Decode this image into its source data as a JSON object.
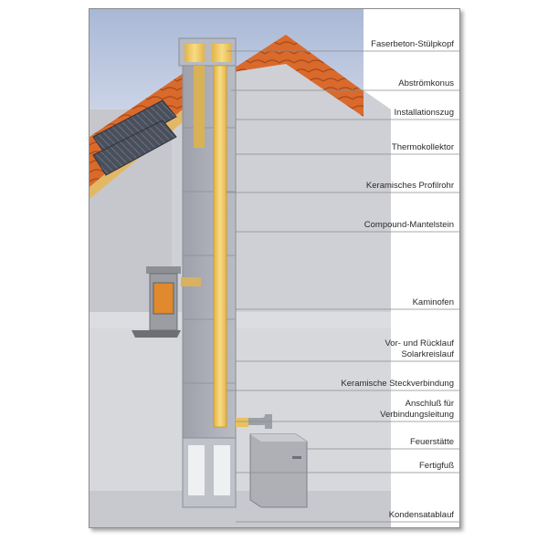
{
  "labels": [
    {
      "id": "faserbeton",
      "lines": [
        "Faserbeton-Stülpkopf"
      ]
    },
    {
      "id": "abstroemkonus",
      "lines": [
        "Abströmkonus"
      ]
    },
    {
      "id": "installationszug",
      "lines": [
        "Installationszug"
      ]
    },
    {
      "id": "thermokollektor",
      "lines": [
        "Thermokollektor"
      ]
    },
    {
      "id": "profilrohr",
      "lines": [
        "Keramisches Profilrohr"
      ]
    },
    {
      "id": "mantelstein",
      "lines": [
        "Compound-Mantelstein"
      ]
    },
    {
      "id": "kaminofen",
      "lines": [
        "Kaminofen"
      ]
    },
    {
      "id": "vorruecklauf",
      "lines": [
        "Vor- und Rücklauf",
        "Solarkreislauf"
      ]
    },
    {
      "id": "steckverbindung",
      "lines": [
        "Keramische Steckverbindung"
      ]
    },
    {
      "id": "anschluss",
      "lines": [
        "Anschluß für",
        "Verbindungsleitung"
      ]
    },
    {
      "id": "feuerstaette",
      "lines": [
        "Feuerstätte"
      ]
    },
    {
      "id": "fertigfuss",
      "lines": [
        "Fertigfuß"
      ]
    },
    {
      "id": "kondensatablauf",
      "lines": [
        "Kondensatablauf"
      ]
    }
  ],
  "colors": {
    "sky": "#b9c6de",
    "roof_tile": "#d7662a",
    "wall": "#c2c3c8",
    "chimney": "#a9acb4",
    "insulation": "#f0c75a",
    "leader": "#8c8c8c"
  }
}
